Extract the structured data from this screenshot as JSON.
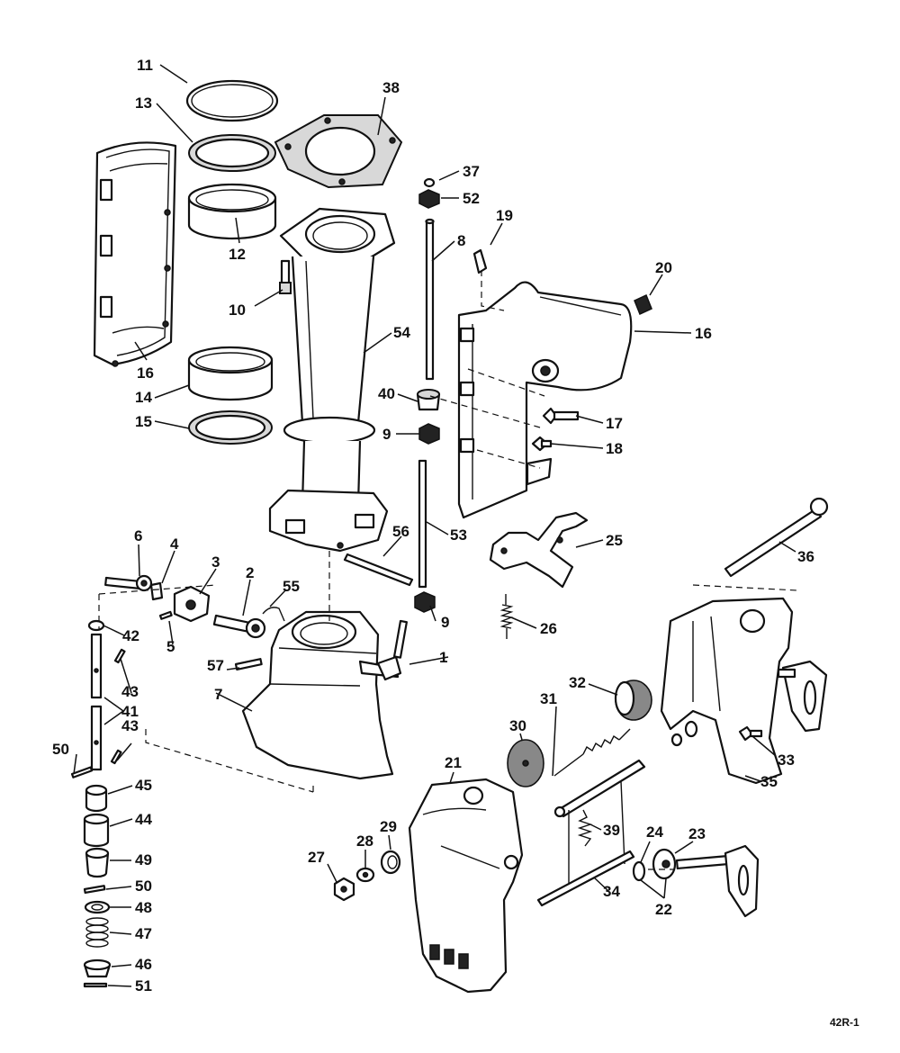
{
  "figure_code": "42R-1",
  "callouts": [
    {
      "id": "c11",
      "text": "11"
    },
    {
      "id": "c13",
      "text": "13"
    },
    {
      "id": "c38",
      "text": "38"
    },
    {
      "id": "c12",
      "text": "12"
    },
    {
      "id": "c10",
      "text": "10"
    },
    {
      "id": "c16a",
      "text": "16"
    },
    {
      "id": "c14",
      "text": "14"
    },
    {
      "id": "c15",
      "text": "15"
    },
    {
      "id": "c54",
      "text": "54"
    },
    {
      "id": "c37",
      "text": "37"
    },
    {
      "id": "c52",
      "text": "52"
    },
    {
      "id": "c19",
      "text": "19"
    },
    {
      "id": "c8",
      "text": "8"
    },
    {
      "id": "c20",
      "text": "20"
    },
    {
      "id": "c16b",
      "text": "16"
    },
    {
      "id": "c40",
      "text": "40"
    },
    {
      "id": "c17",
      "text": "17"
    },
    {
      "id": "c9a",
      "text": "9"
    },
    {
      "id": "c18",
      "text": "18"
    },
    {
      "id": "c53",
      "text": "53"
    },
    {
      "id": "c56",
      "text": "56"
    },
    {
      "id": "c25",
      "text": "25"
    },
    {
      "id": "c36",
      "text": "36"
    },
    {
      "id": "c6",
      "text": "6"
    },
    {
      "id": "c4",
      "text": "4"
    },
    {
      "id": "c3",
      "text": "3"
    },
    {
      "id": "c2",
      "text": "2"
    },
    {
      "id": "c55",
      "text": "55"
    },
    {
      "id": "c9b",
      "text": "9"
    },
    {
      "id": "c26",
      "text": "26"
    },
    {
      "id": "c42",
      "text": "42"
    },
    {
      "id": "c5",
      "text": "5"
    },
    {
      "id": "c1",
      "text": "1"
    },
    {
      "id": "c57",
      "text": "57"
    },
    {
      "id": "c43a",
      "text": "43"
    },
    {
      "id": "c41",
      "text": "41"
    },
    {
      "id": "c43b",
      "text": "43"
    },
    {
      "id": "c7",
      "text": "7"
    },
    {
      "id": "c32",
      "text": "32"
    },
    {
      "id": "c31",
      "text": "31"
    },
    {
      "id": "c30",
      "text": "30"
    },
    {
      "id": "c33",
      "text": "33"
    },
    {
      "id": "c50a",
      "text": "50"
    },
    {
      "id": "c21",
      "text": "21"
    },
    {
      "id": "c35",
      "text": "35"
    },
    {
      "id": "c45",
      "text": "45"
    },
    {
      "id": "c44",
      "text": "44"
    },
    {
      "id": "c29",
      "text": "29"
    },
    {
      "id": "c28",
      "text": "28"
    },
    {
      "id": "c27",
      "text": "27"
    },
    {
      "id": "c39",
      "text": "39"
    },
    {
      "id": "c24",
      "text": "24"
    },
    {
      "id": "c23",
      "text": "23"
    },
    {
      "id": "c49",
      "text": "49"
    },
    {
      "id": "c34",
      "text": "34"
    },
    {
      "id": "c22",
      "text": "22"
    },
    {
      "id": "c50b",
      "text": "50"
    },
    {
      "id": "c48",
      "text": "48"
    },
    {
      "id": "c47",
      "text": "47"
    },
    {
      "id": "c46",
      "text": "46"
    },
    {
      "id": "c51",
      "text": "51"
    }
  ]
}
